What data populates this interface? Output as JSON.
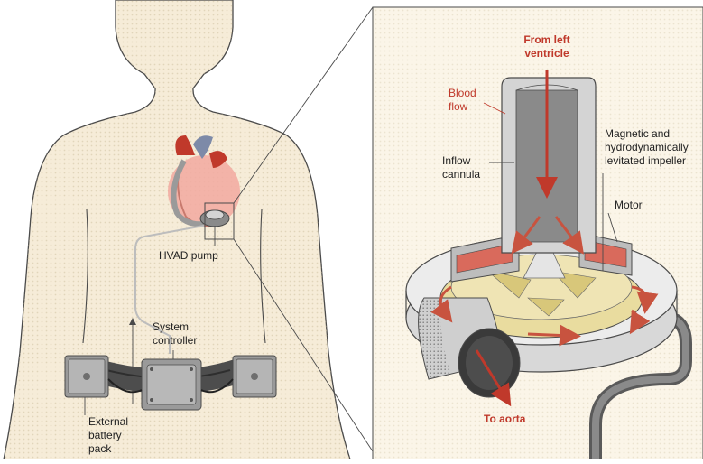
{
  "labels": {
    "hvad_pump": "HVAD pump",
    "system_controller": "System\ncontroller",
    "external_battery_pack": "External\nbattery\npack",
    "from_left_ventricle": "From left\nventricle",
    "blood_flow": "Blood\nflow",
    "inflow_cannula": "Inflow\ncannula",
    "impeller": "Magnetic and\nhydrodynamically\nlevitated impeller",
    "motor": "Motor",
    "to_aorta": "To aorta"
  },
  "colors": {
    "skin": "#f6ecd8",
    "skin_dots": "#e6d7b6",
    "outline": "#4a4a4a",
    "device_grey": "#8a8a8a",
    "device_dark": "#4d4d4d",
    "metal_light": "#d4d4d4",
    "blood_red": "#c0392b",
    "arrow_red": "#c8533f",
    "motor_red": "#d96a5c",
    "impeller_yellow": "#e9dc9f",
    "heart_pink": "#f2a9a0",
    "label_text": "#222222"
  }
}
